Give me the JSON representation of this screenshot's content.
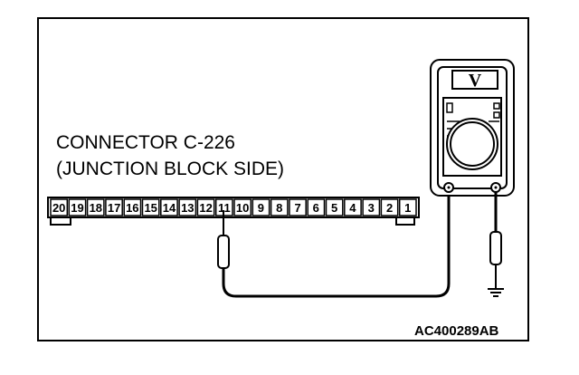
{
  "connector": {
    "line1": "CONNECTOR C-226",
    "line2": "(JUNCTION BLOCK SIDE)",
    "pins": [
      "20",
      "19",
      "18",
      "17",
      "16",
      "15",
      "14",
      "13",
      "12",
      "11",
      "10",
      "9",
      "8",
      "7",
      "6",
      "5",
      "4",
      "3",
      "2",
      "1"
    ]
  },
  "meter": {
    "mode_label": "V"
  },
  "reference_code": "AC400289AB"
}
